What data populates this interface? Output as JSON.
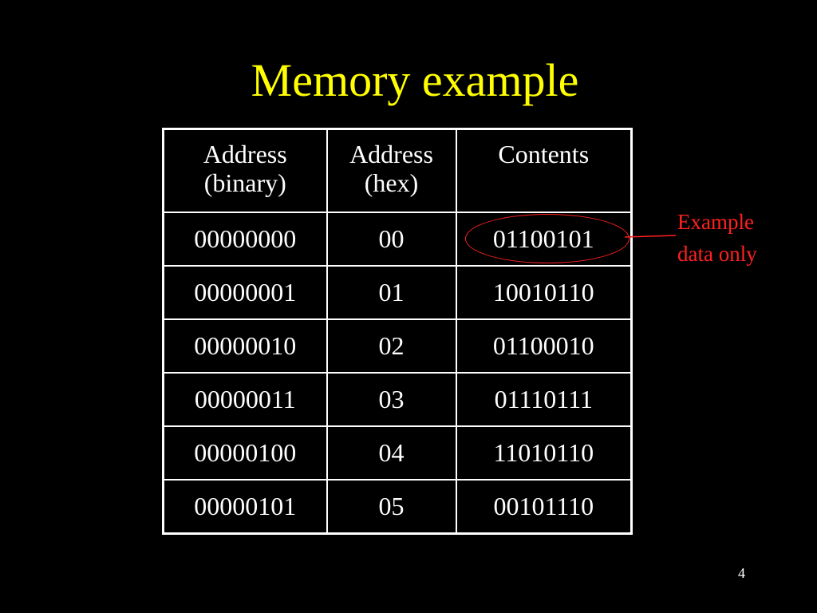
{
  "slide": {
    "title": "Memory example",
    "page_number": "4"
  },
  "table": {
    "headers": [
      {
        "line1": "Address",
        "line2": "(binary)"
      },
      {
        "line1": "Address",
        "line2": "(hex)"
      },
      {
        "line1": "Contents",
        "line2": ""
      }
    ],
    "rows": [
      [
        "00000000",
        "00",
        "01100101"
      ],
      [
        "00000001",
        "01",
        "10010110"
      ],
      [
        "00000010",
        "02",
        "01100010"
      ],
      [
        "00000011",
        "03",
        "01110111"
      ],
      [
        "00000100",
        "04",
        "11010110"
      ],
      [
        "00000101",
        "05",
        "00101110"
      ]
    ]
  },
  "annotation": {
    "line1": "Example",
    "line2": "data only",
    "color": "#ff2020"
  },
  "colors": {
    "background": "#000000",
    "title": "#ffff00",
    "text": "#ffffff"
  }
}
